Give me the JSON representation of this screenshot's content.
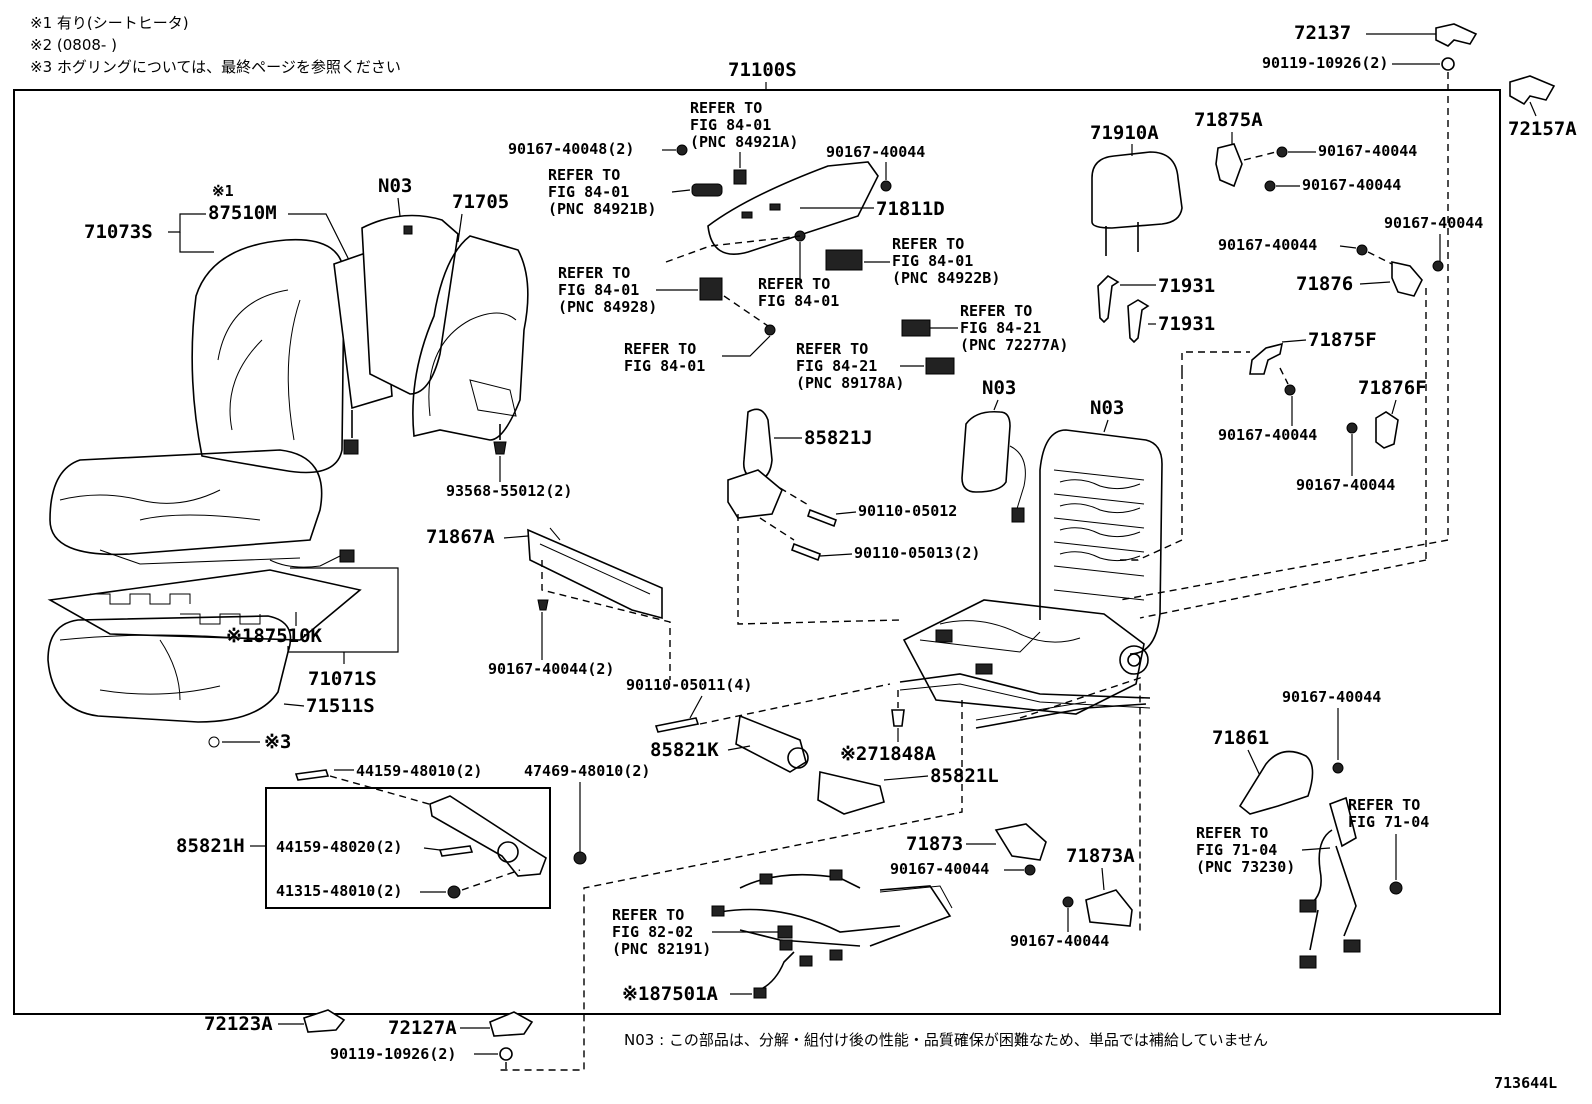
{
  "notes": {
    "n1": "※1  有り(シートヒータ)",
    "n2": "※2  (0808-      )",
    "n3": "※3 ホグリングについては、最終ページを参照ください",
    "n03": "N03 :  この部品は、分解・組付け後の性能・品質確保が困難なため、単品では補給していません",
    "figure_id": "713644L"
  },
  "labels": {
    "p71100S": "71100S",
    "p72137": "72137",
    "p90119_10926_top": "90119-10926(2)",
    "p72157A": "72157A",
    "p90167_40048": "90167-40048(2)",
    "ref_84921A_1": "REFER TO",
    "ref_84921A_2": "FIG 84-01",
    "ref_84921A_3": "(PNC 84921A)",
    "p90167_40044_a": "90167-40044",
    "ref_84921B_1": "REFER TO",
    "ref_84921B_2": "FIG 84-01",
    "ref_84921B_3": "(PNC 84921B)",
    "p71811D": "71811D",
    "p71910A": "71910A",
    "p71875A": "71875A",
    "p90167_40044_b": "90167-40044",
    "p90167_40044_c": "90167-40044",
    "p90167_40044_d": "90167-40044",
    "p90167_40044_e": "90167-40044",
    "p71876": "71876",
    "star1_top": "※1",
    "p87510M": "87510M",
    "pN03_top": "N03",
    "p71705": "71705",
    "p71073S": "71073S",
    "ref_84922B_1": "REFER TO",
    "ref_84922B_2": "FIG 84-01",
    "ref_84922B_3": "(PNC 84922B)",
    "ref_84928_1": "REFER TO",
    "ref_84928_2": "FIG 84-01",
    "ref_84928_3": "(PNC 84928)",
    "ref_8401_a1": "REFER TO",
    "ref_8401_a2": "FIG 84-01",
    "p71931_a": "71931",
    "p71931_b": "71931",
    "ref_72277A_1": "REFER TO",
    "ref_72277A_2": "FIG 84-21",
    "ref_72277A_3": "(PNC 72277A)",
    "ref_8401_b1": "REFER TO",
    "ref_8401_b2": "FIG 84-01",
    "ref_89178A_1": "REFER TO",
    "ref_89178A_2": "FIG 84-21",
    "ref_89178A_3": "(PNC 89178A)",
    "p71875F": "71875F",
    "pN03_mid": "N03",
    "pN03_frame": "N03",
    "p71876F": "71876F",
    "p90167_40044_f": "90167-40044",
    "p90167_40044_g": "90167-40044",
    "p85821J": "85821J",
    "p93568_55012": "93568-55012(2)",
    "p90110_05012": "90110-05012",
    "p90110_05013": "90110-05013(2)",
    "p71867A": "71867A",
    "p87510K": "※187510K",
    "p71071S": "71071S",
    "p90167_40044_2": "90167-40044(2)",
    "p90110_05011": "90110-05011(4)",
    "p71511S": "71511S",
    "star3": "※3",
    "p85821K": "85821K",
    "p71848A": "※271848A",
    "p85821L": "85821L",
    "p44159_48010": "44159-48010(2)",
    "p47469_48010": "47469-48010(2)",
    "p90167_40044_h": "90167-40044",
    "p71861": "71861",
    "ref_7104a_1": "REFER TO",
    "ref_7104a_2": "FIG 71-04",
    "ref_73230_1": "REFER TO",
    "ref_73230_2": "FIG 71-04",
    "ref_73230_3": "(PNC 73230)",
    "p85821H": "85821H",
    "p44159_48020": "44159-48020(2)",
    "p41315_48010": "41315-48010(2)",
    "p71873": "71873",
    "p90167_40044_i": "90167-40044",
    "p71873A": "71873A",
    "ref_82191_1": "REFER TO",
    "ref_82191_2": "FIG 82-02",
    "ref_82191_3": "(PNC 82191)",
    "p90167_40044_j": "90167-40044",
    "p87501A": "※187501A",
    "p72123A": "72123A",
    "p72127A": "72127A",
    "p90119_10926_bot": "90119-10926(2)"
  }
}
